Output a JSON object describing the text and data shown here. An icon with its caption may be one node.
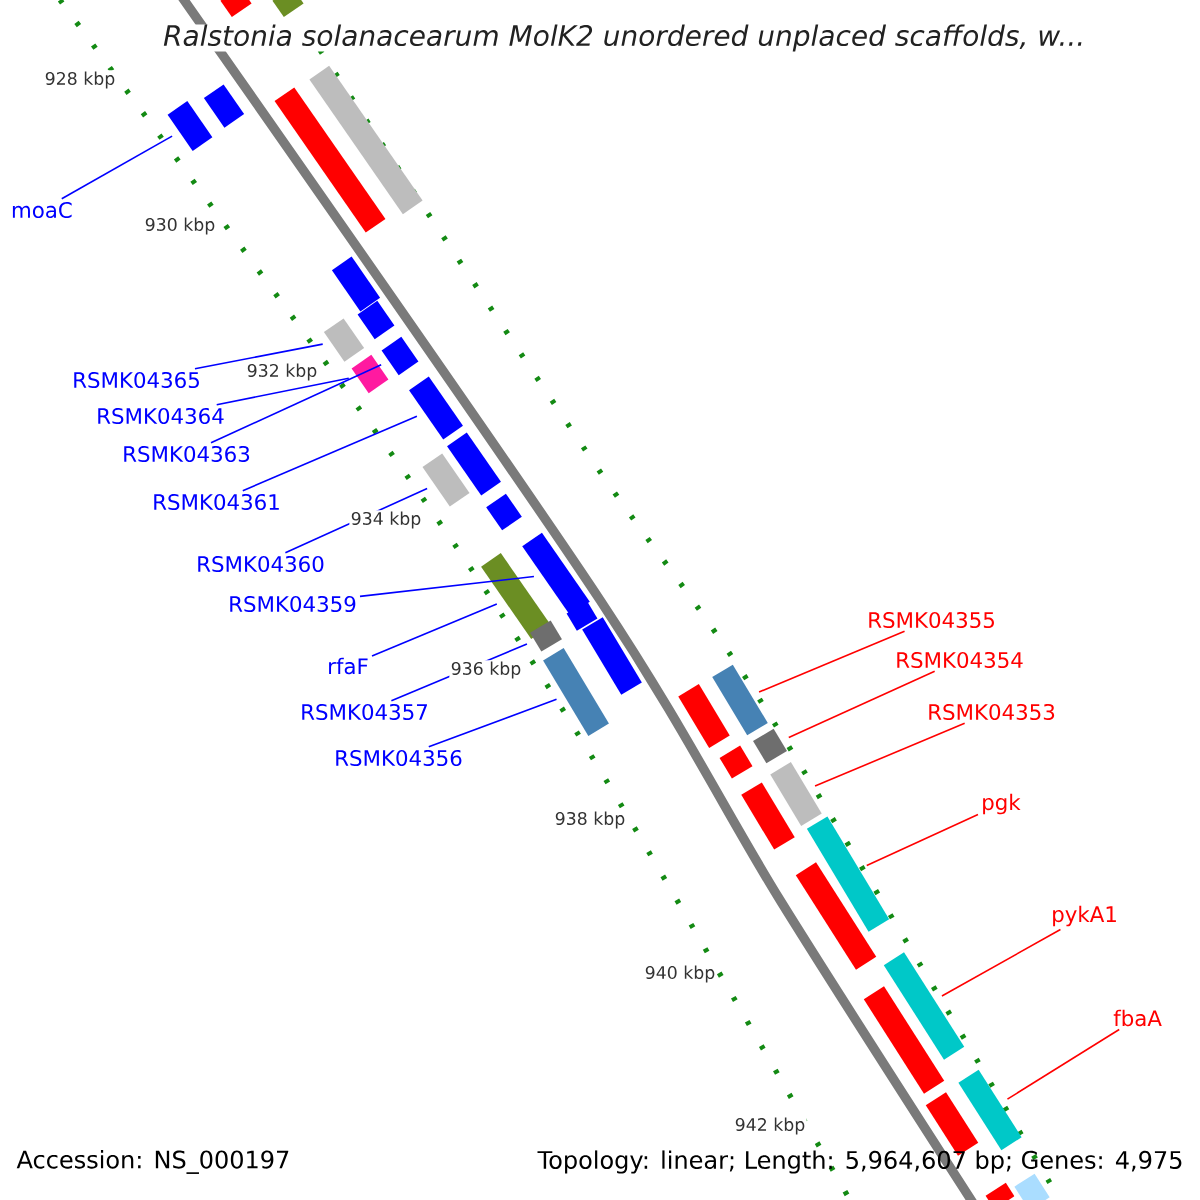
{
  "diagram": {
    "title": "*Ralstonia solanacearum MolK2 unordered unplaced scaffolds, w...*",
    "nodes": [
      {
        "text": [
          "moaC"
        ]
      },
      {
        "text": [],
        "shape": "bar"
      },
      {
        "text": [
          "RSMK04365"
        ]
      },
      {
        "text": [],
        "shape": "bar"
      },
      {
        "text": [
          "RSMK04364"
        ]
      },
      {
        "text": [],
        "shape": "bar"
      },
      {
        "text": [
          "RSMK04363"
        ]
      },
      {
        "text": [],
        "shape": "bar"
      },
      {
        "text": [
          "RSMK04361"
        ]
      },
      {
        "text": [],
        "shape": "bar"
      },
      {
        "text": [
          "RSMK04360"
        ]
      },
      {
        "text": [],
        "shape": "bar"
      },
      {
        "text": [
          "RSMK04359"
        ]
      },
      {
        "text": [],
        "shape": "bar"
      },
      {
        "text": [
          "rfaF"
        ]
      },
      {
        "text": [],
        "shape": "bar"
      },
      {
        "text": [
          "RSMK04357"
        ]
      },
      {
        "text": [],
        "shape": "bar"
      },
      {
        "text": [
          "RSMK04356"
        ]
      },
      {
        "text": [],
        "shape": "bar"
      },
      {
        "text": [
          "RSMK04355"
        ]
      },
      {
        "text": [],
        "shape": "bar"
      },
      {
        "text": [
          "RSMK04354"
        ]
      },
      {
        "text": [],
        "shape": "bar"
      },
      {
        "text": [
          "RSMK04353"
        ]
      },
      {
        "text": [],
        "shape": "bar"
      },
      {
        "text": [
          "pgk"
        ]
      },
      {
        "text": [],
        "shape": "bar"
      },
      {
        "text": [
          "pykA1"
        ]
      },
      {
        "text": [],
        "shape": "bar"
      },
      {
        "text": [
          "fbaA"
        ]
      },
      {
        "text": [],
        "shape": "bar"
      },
      {
        "text": [],
        "shape": "bar"
      },
      {
        "text": [],
        "shape": "bar"
      },
      {
        "text": [],
        "shape": "bar"
      },
      {
        "text": [],
        "shape": "bar"
      },
      {
        "text": [],
        "shape": "bar"
      },
      {
        "text": [],
        "shape": "bar"
      },
      {
        "text": [],
        "shape": "bar"
      },
      {
        "text": [],
        "shape": "bar"
      },
      {
        "text": [],
        "shape": "bar"
      },
      {
        "text": [],
        "shape": "bar"
      },
      {
        "text": [],
        "shape": "bar"
      },
      {
        "text": [],
        "shape": "bar"
      },
      {
        "text": [],
        "shape": "bar"
      },
      {
        "text": [],
        "shape": "bar"
      },
      {
        "text": [],
        "shape": "bar"
      },
      {
        "text": [],
        "shape": "bar"
      },
      {
        "text": [],
        "shape": "bar"
      },
      {
        "text": [],
        "shape": "bar"
      },
      {
        "text": [],
        "shape": "bar"
      }
    ],
    "edges": [
      {
        "from": 0,
        "to": 1,
        "arrow": "none"
      },
      {
        "from": 2,
        "to": 3,
        "arrow": "none"
      },
      {
        "from": 4,
        "to": 5,
        "arrow": "none"
      },
      {
        "from": 6,
        "to": 7,
        "arrow": "none"
      },
      {
        "from": 8,
        "to": 9,
        "arrow": "none"
      },
      {
        "from": 10,
        "to": 11,
        "arrow": "none"
      },
      {
        "from": 12,
        "to": 13,
        "arrow": "none"
      },
      {
        "from": 14,
        "to": 15,
        "arrow": "none"
      },
      {
        "from": 16,
        "to": 17,
        "arrow": "none"
      },
      {
        "from": 18,
        "to": 19,
        "arrow": "none"
      },
      {
        "from": 20,
        "to": 21,
        "arrow": "none",
        "color": "#ff0000"
      },
      {
        "from": 22,
        "to": 23,
        "arrow": "none",
        "color": "#ff0000"
      },
      {
        "from": 24,
        "to": 25,
        "arrow": "none",
        "color": "#ff0000"
      },
      {
        "from": 26,
        "to": 27,
        "arrow": "none",
        "color": "#ff0000"
      },
      {
        "from": 28,
        "to": 29,
        "arrow": "none",
        "color": "#ff0000"
      },
      {
        "from": 30,
        "to": 31,
        "arrow": "none",
        "color": "#ff0000"
      }
    ],
    "labels": [
      "928 kbp",
      "930 kbp",
      "932 kbp",
      "934 kbp",
      "936 kbp",
      "938 kbp",
      "940 kbp",
      "942 kbp",
      "Accession: NS_000197",
      "Topology: linear; Length: 5,964,607 bp; Genes: 4,975"
    ]
  }
}
